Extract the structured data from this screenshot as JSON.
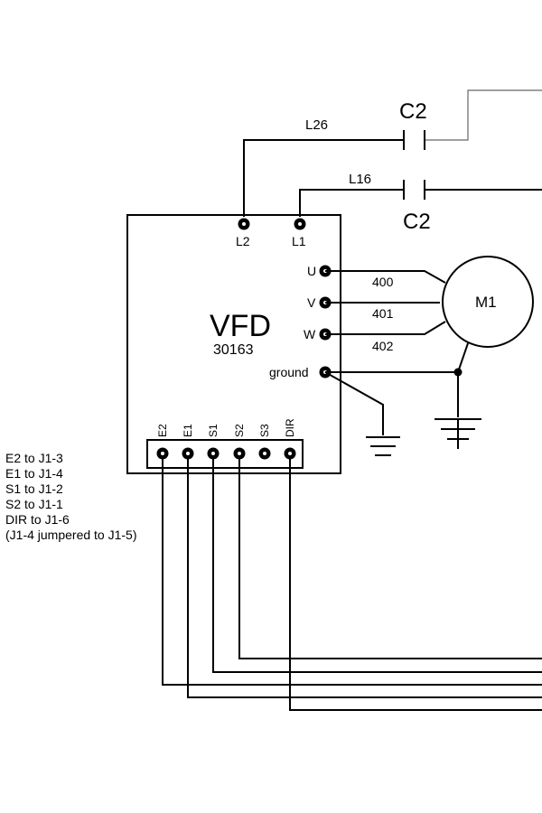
{
  "vfd": {
    "title": "VFD",
    "model": "30163"
  },
  "terminals": {
    "top": [
      "L2",
      "L1"
    ],
    "right": [
      "U",
      "V",
      "W",
      "ground"
    ],
    "bottom": [
      "E2",
      "E1",
      "S1",
      "S2",
      "S3",
      "DIR"
    ]
  },
  "wires": {
    "l26": "L26",
    "l16": "L16",
    "w400": "400",
    "w401": "401",
    "w402": "402"
  },
  "contacts": {
    "upper": "C2",
    "lower": "C2"
  },
  "motor": {
    "label": "M1"
  },
  "notes": [
    "E2 to J1-3",
    "E1 to J1-4",
    "S1 to J1-2",
    "S2 to J1-1",
    "DIR to J1-6",
    "(J1-4 jumpered to J1-5)"
  ]
}
